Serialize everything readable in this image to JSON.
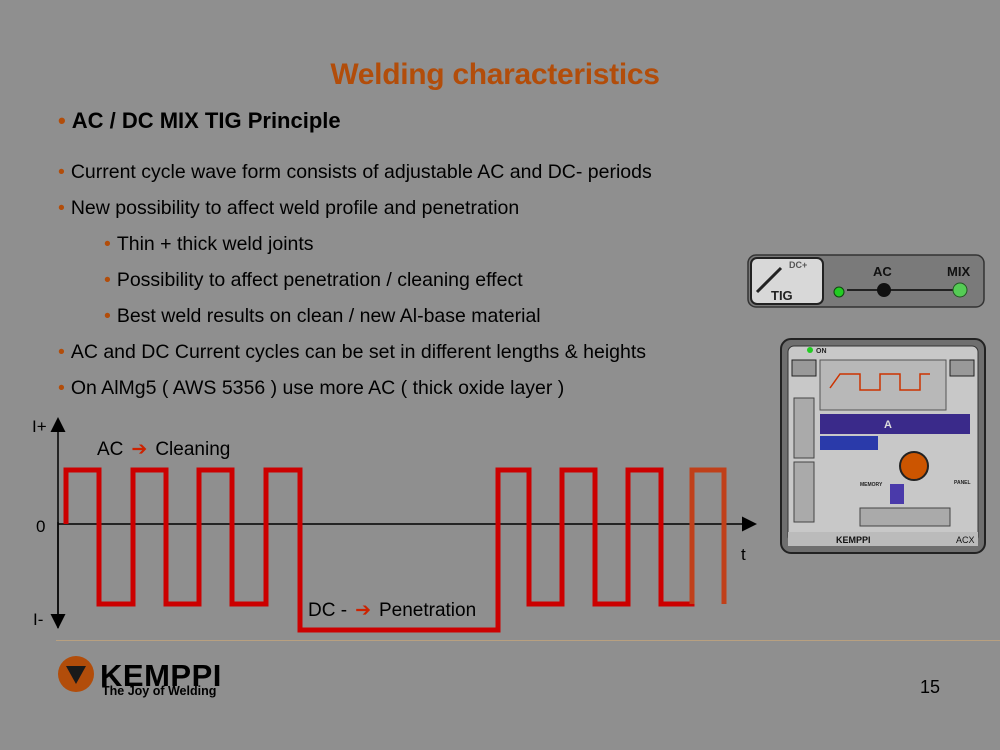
{
  "slide": {
    "title": "Welding characteristics",
    "main_bullet": "AC / DC MIX TIG Principle",
    "bullets": [
      "Current cycle wave form consists of adjustable AC and DC- periods",
      "New possibility to affect weld profile and penetration",
      "Thin + thick weld joints",
      "Possibility to affect penetration / cleaning effect",
      "Best weld results on clean / new Al-base material",
      "AC and DC Current cycles can be set in different lengths & heights",
      "On AlMg5 ( AWS 5356 ) use more AC ( thick oxide layer )"
    ],
    "page_number": "15"
  },
  "diagram": {
    "y_top_label": "I+",
    "y_zero_label": "0",
    "y_bottom_label": "I-",
    "x_label": "t",
    "ac_label": "AC",
    "ac_result": "Cleaning",
    "dc_label": "DC -",
    "dc_result": "Penetration",
    "arrow_glyph": "➔",
    "wave_color": "#cc0000",
    "arrow_color": "#cc2200"
  },
  "switch_panel": {
    "tig_label": "TIG",
    "dc_label": "DC+",
    "ac_label": "AC",
    "mix_label": "MIX"
  },
  "device": {
    "on_label": "ON",
    "brand": "KEMPPI",
    "model": "ACX",
    "readout_unit": "A",
    "memory_label": "MEMORY",
    "panel_label": "PANEL"
  },
  "footer": {
    "brand": "KEMPPI",
    "tagline": "The Joy of Welding",
    "brand_color": "#b24d0a"
  }
}
